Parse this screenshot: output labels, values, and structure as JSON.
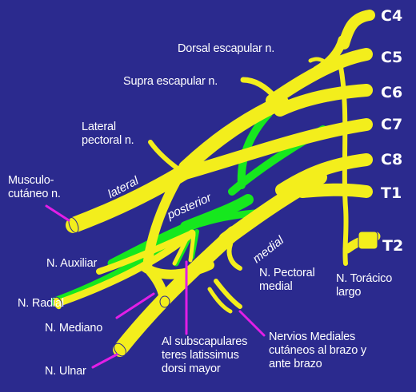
{
  "colors": {
    "background": "#2b2a8e",
    "nerve_yellow": "#f3ee1c",
    "nerve_green": "#16e81e",
    "pointer_magenta": "#e21ee6",
    "text": "#ffffff"
  },
  "roots": [
    "C4",
    "C5",
    "C6",
    "C7",
    "C8",
    "T1",
    "T2"
  ],
  "cords": {
    "lateral": "lateral",
    "posterior": "posterior",
    "medial": "medial"
  },
  "labels": {
    "dorsal_escapular": "Dorsal escapular n.",
    "supra_escapular": "Supra escapular n.",
    "lateral_pectoral": [
      "Lateral",
      "pectoral n."
    ],
    "musculocutaneo": [
      "Musculo-",
      "cutáneo n."
    ],
    "auxiliar": "N. Auxiliar",
    "radial": "N. Radial",
    "mediano": "N. Mediano",
    "ulnar": "N. Ulnar",
    "subscapulares": [
      "Al subscapulares",
      "teres latissimus",
      "dorsi mayor"
    ],
    "nervios_mediales": [
      "Nervios Mediales",
      "cutáneos al brazo y",
      "ante brazo"
    ],
    "pectoral_medial": [
      "N. Pectoral",
      "medial"
    ],
    "toracico_largo": [
      "N. Torácico",
      "largo"
    ]
  }
}
